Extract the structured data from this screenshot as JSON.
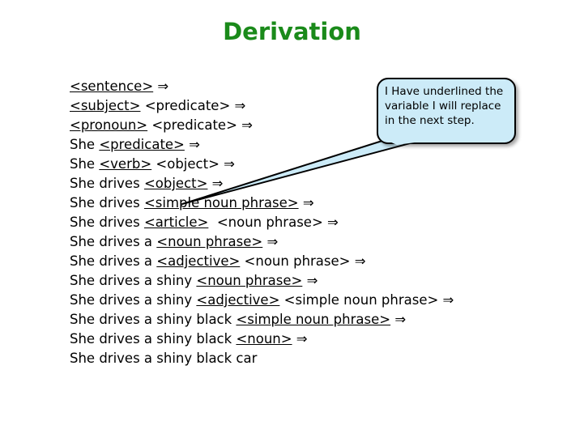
{
  "title": "Derivation",
  "callout": {
    "text": "I Have underlined the variable I will replace in the next step."
  },
  "accent_color": "#1a8a1a",
  "callout_color": "#ccebf8",
  "steps": [
    {
      "pre": "",
      "u": "<sentence>",
      "post": " ⇒"
    },
    {
      "pre": "",
      "u": "<subject>",
      "post": " <predicate> ⇒"
    },
    {
      "pre": "",
      "u": "<pronoun>",
      "post": " <predicate> ⇒"
    },
    {
      "pre": "She ",
      "u": "<predicate>",
      "post": " ⇒"
    },
    {
      "pre": "She ",
      "u": "<verb>",
      "post": " <object> ⇒"
    },
    {
      "pre": "She drives ",
      "u": "<object>",
      "post": " ⇒"
    },
    {
      "pre": "She drives ",
      "u": "<simple noun phrase>",
      "post": " ⇒"
    },
    {
      "pre": "She drives ",
      "u": "<article>",
      "post": "  <noun phrase> ⇒"
    },
    {
      "pre": "She drives a ",
      "u": "<noun phrase>",
      "post": " ⇒"
    },
    {
      "pre": "She drives a ",
      "u": "<adjective>",
      "post": " <noun phrase> ⇒"
    },
    {
      "pre": "She drives a shiny ",
      "u": "<noun phrase>",
      "post": " ⇒"
    },
    {
      "pre": "She drives a shiny ",
      "u": "<adjective>",
      "post": " <simple noun phrase> ⇒"
    },
    {
      "pre": "She drives a shiny black ",
      "u": "<simple noun phrase>",
      "post": " ⇒"
    },
    {
      "pre": "She drives a shiny black ",
      "u": "<noun>",
      "post": " ⇒"
    },
    {
      "pre": "She drives a shiny black car",
      "u": "",
      "post": ""
    }
  ]
}
